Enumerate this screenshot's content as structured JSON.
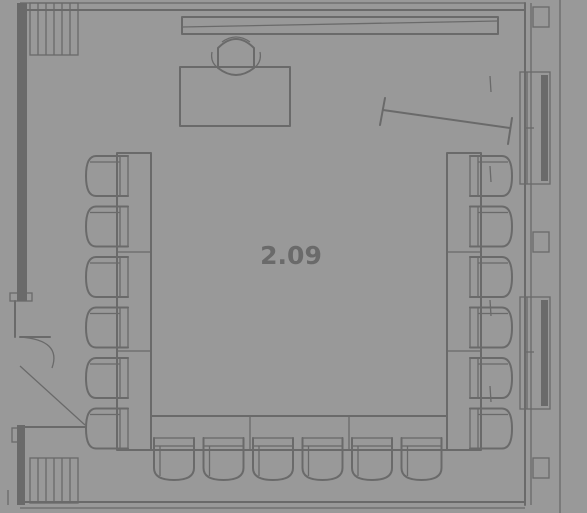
{
  "room": {
    "number": "2.09"
  },
  "colors": {
    "background": "#999999",
    "linework": "#6a6a6a"
  },
  "furniture": {
    "left_chairs": 6,
    "right_chairs": 6,
    "bottom_chairs": 6
  },
  "icons": [
    "door-swing-icon",
    "stair-icon",
    "window-icon",
    "chair-icon",
    "desk-icon",
    "projector-screen-icon"
  ]
}
